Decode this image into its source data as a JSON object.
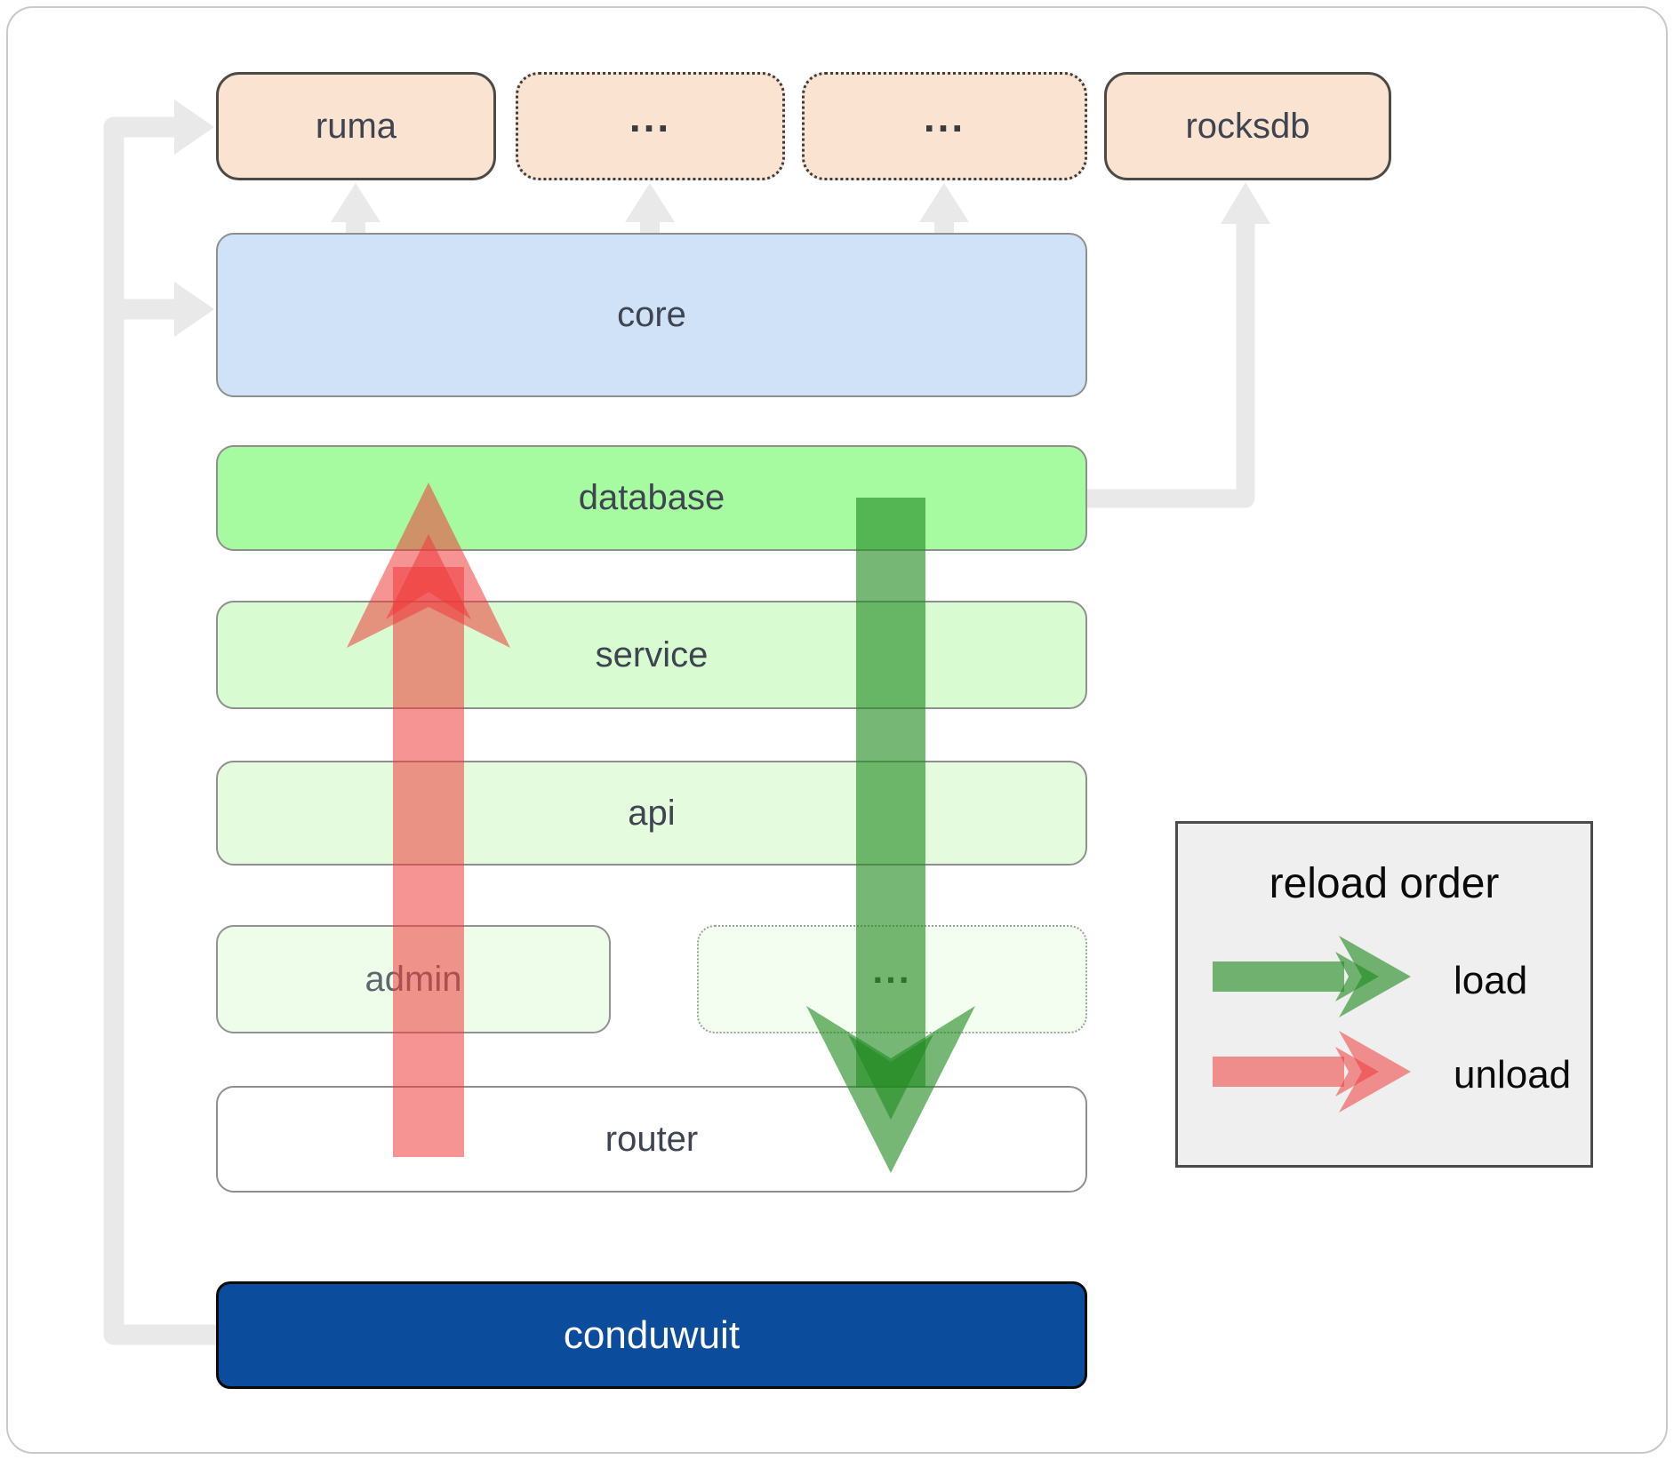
{
  "diagram": {
    "top_row": [
      {
        "label": "ruma",
        "style": "solid"
      },
      {
        "label": "...",
        "style": "dotted"
      },
      {
        "label": "...",
        "style": "dotted"
      },
      {
        "label": "rocksdb",
        "style": "solid"
      }
    ],
    "stack": {
      "core": "core",
      "database": "database",
      "service": "service",
      "api": "api",
      "router": "router"
    },
    "admin_row": {
      "admin": "admin",
      "more": "..."
    },
    "app": "conduwuit"
  },
  "legend": {
    "title": "reload order",
    "items": [
      {
        "label": "load",
        "color": "#228b22"
      },
      {
        "label": "unload",
        "color": "#ef3b3b"
      }
    ]
  },
  "colors": {
    "load_green": "#228b22",
    "unload_red": "#ef3b3b",
    "connector_gray": "#e9e9e9",
    "peach": "#fbe3d2",
    "core_blue": "#cfe2f7",
    "database_green": "#a6fba0",
    "service_green": "#d8fbd1",
    "api_green": "#e4fcdd",
    "admin_green": "#eefdea",
    "more_green": "#f3fdf0",
    "conduwuit_blue": "#0b4c9c"
  }
}
